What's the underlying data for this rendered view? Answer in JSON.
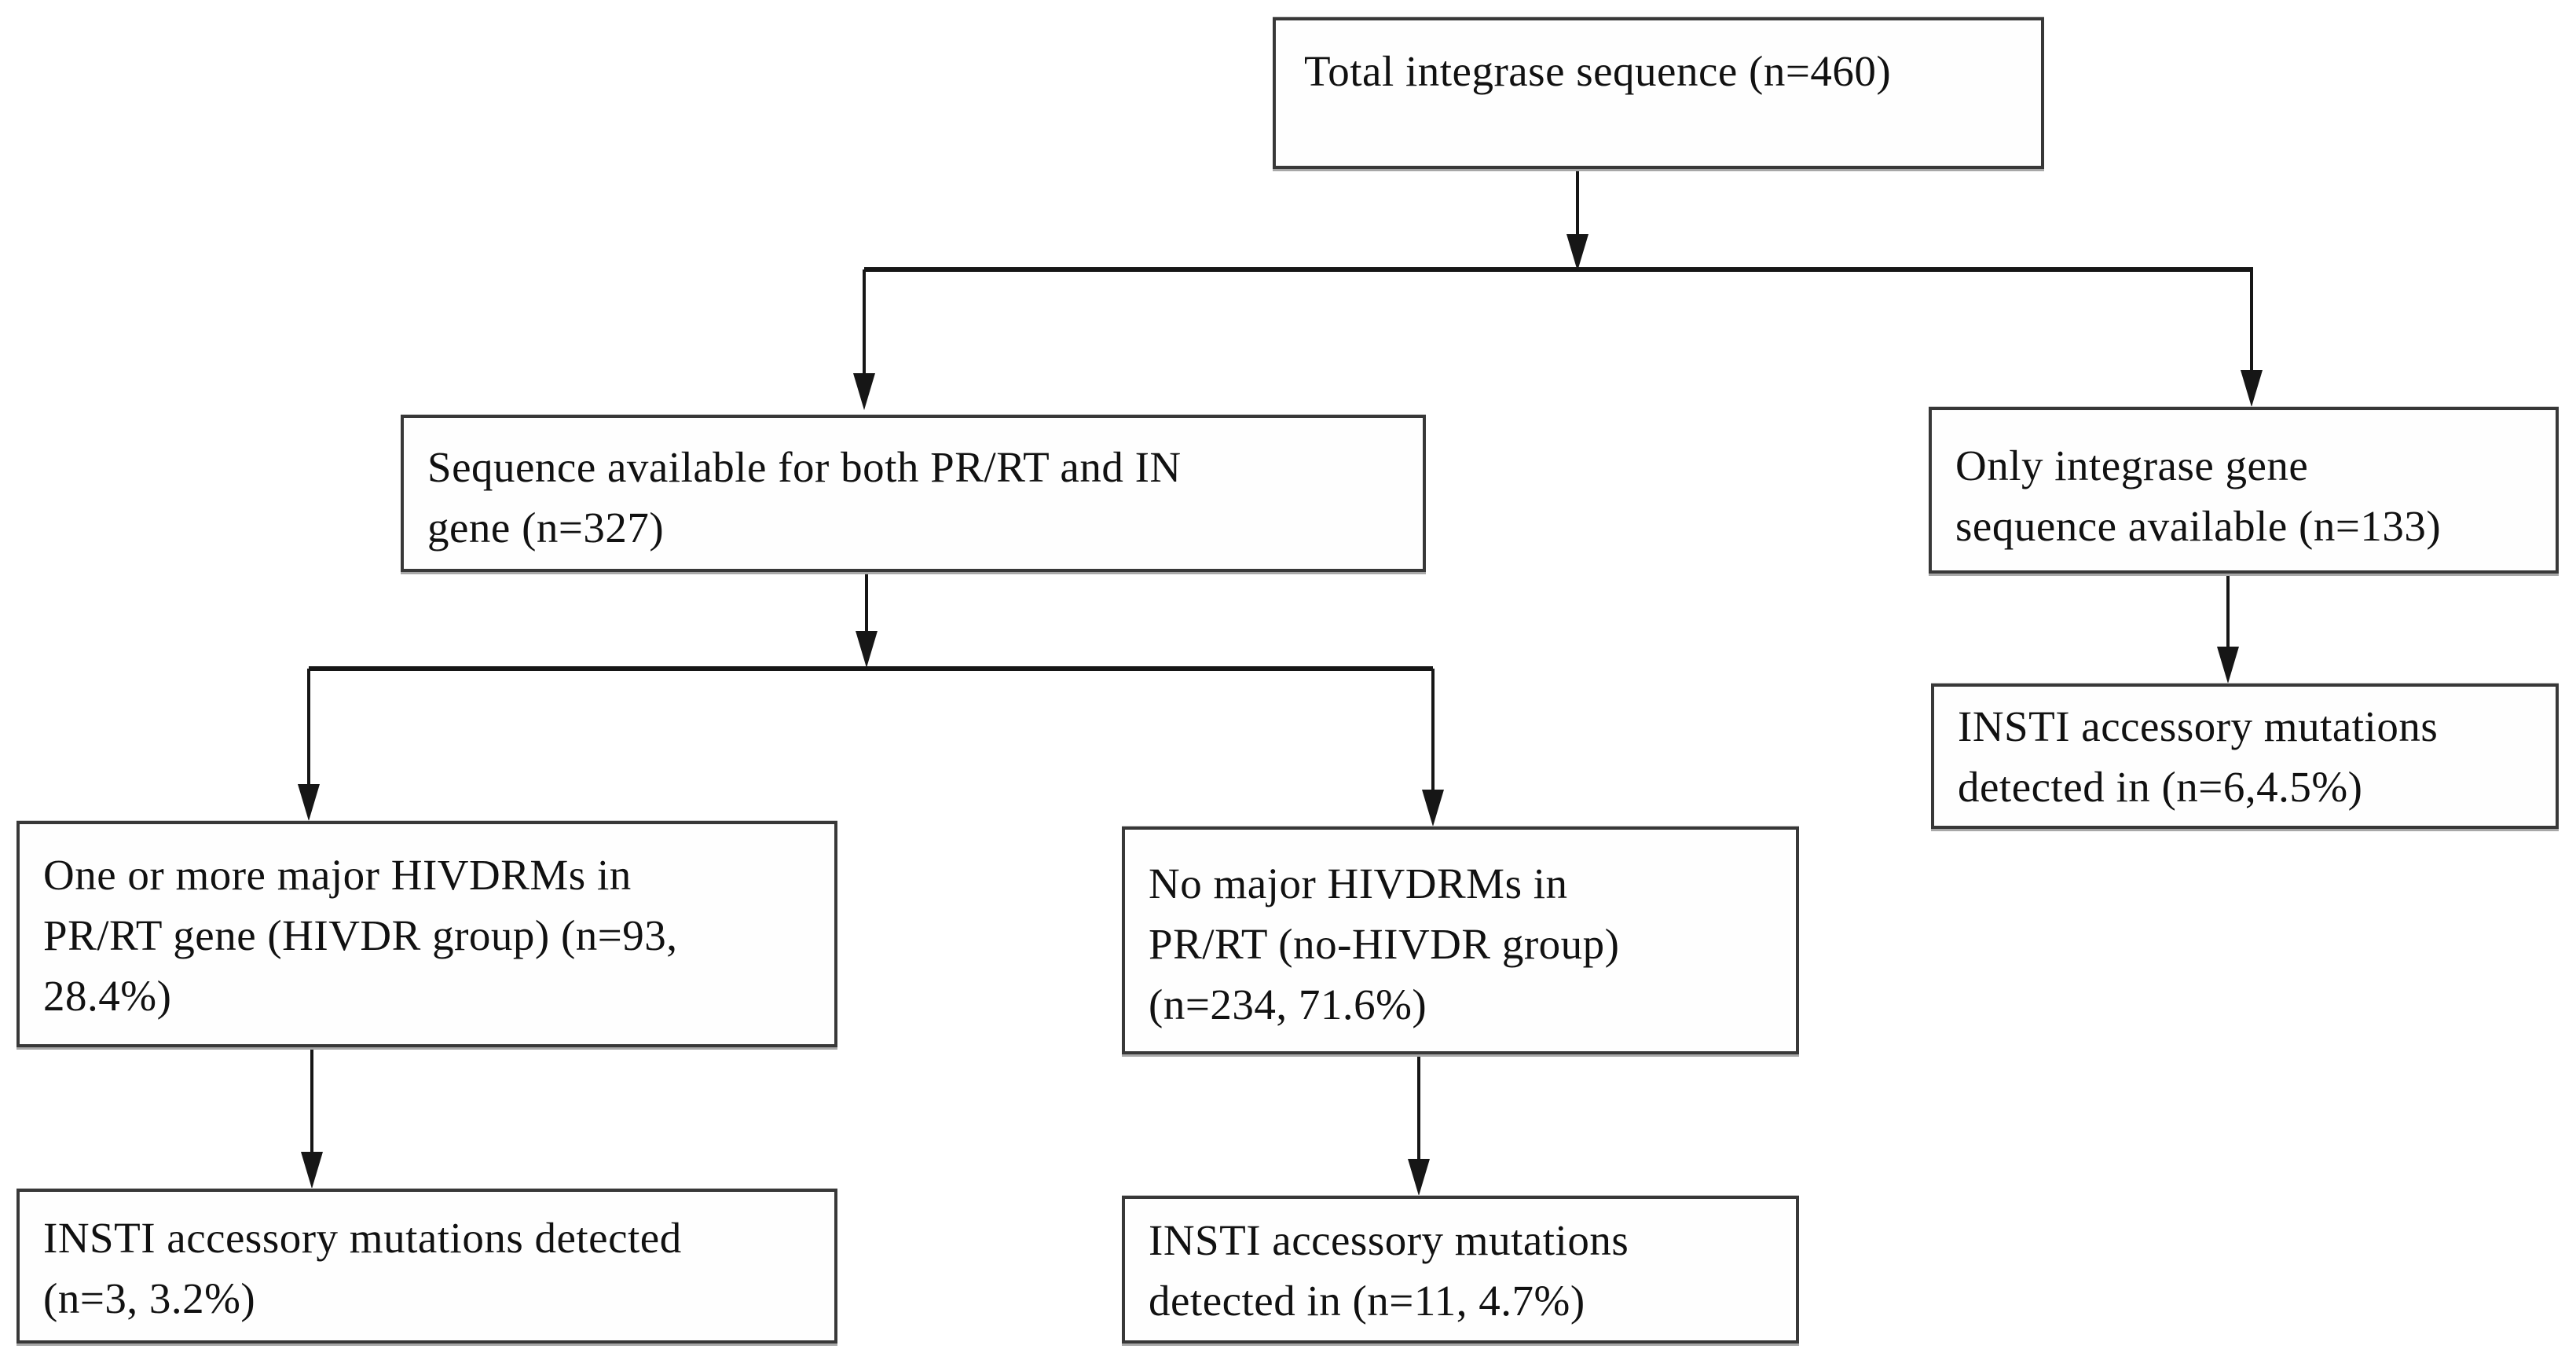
{
  "diagram": {
    "type": "flowchart",
    "colors": {
      "ink": "#161616",
      "box_border": "#383838",
      "background": "#ffffff"
    },
    "nodes": [
      {
        "id": "total-integrase",
        "text": "Total integrase sequence (n=460)",
        "lines": [
          "Total integrase sequence (n=460)"
        ]
      },
      {
        "id": "seq-both-prrt-in",
        "text": "Sequence available for both PR/RT and IN gene (n=327)",
        "lines": [
          "Sequence available for both PR/RT and IN",
          "gene (n=327)"
        ]
      },
      {
        "id": "only-integrase",
        "text": "Only integrase gene sequence available (n=133)",
        "lines": [
          "Only integrase gene",
          "sequence available (n=133)"
        ]
      },
      {
        "id": "hivdr-group",
        "text": "One or more major HIVDRMs in PR/RT gene (HIVDR group) (n=93, 28.4%)",
        "lines": [
          "One or more major HIVDRMs in",
          "PR/RT gene (HIVDR group) (n=93,",
          "28.4%)"
        ]
      },
      {
        "id": "no-hivdr-group",
        "text": "No major HIVDRMs in PR/RT (no-HIVDR group) (n=234, 71.6%)",
        "lines": [
          "No major HIVDRMs in",
          "PR/RT (no-HIVDR group)",
          "(n=234, 71.6%)"
        ]
      },
      {
        "id": "insti-hivdr",
        "text": "INSTI accessory mutations detected (n=3, 3.2%)",
        "lines": [
          "INSTI accessory mutations detected",
          "(n=3, 3.2%)"
        ]
      },
      {
        "id": "insti-no-hivdr",
        "text": "INSTI accessory mutations detected in (n=11, 4.7%)",
        "lines": [
          "INSTI accessory mutations",
          "detected in (n=11, 4.7%)"
        ]
      },
      {
        "id": "insti-only-integrase",
        "text": "INSTI accessory mutations detected in (n=6,4.5%)",
        "lines": [
          "INSTI accessory mutations",
          "detected in (n=6,4.5%)"
        ]
      }
    ],
    "edges": [
      {
        "from": "total-integrase",
        "to": "seq-both-prrt-in"
      },
      {
        "from": "total-integrase",
        "to": "only-integrase"
      },
      {
        "from": "seq-both-prrt-in",
        "to": "hivdr-group"
      },
      {
        "from": "seq-both-prrt-in",
        "to": "no-hivdr-group"
      },
      {
        "from": "hivdr-group",
        "to": "insti-hivdr"
      },
      {
        "from": "no-hivdr-group",
        "to": "insti-no-hivdr"
      },
      {
        "from": "only-integrase",
        "to": "insti-only-integrase"
      }
    ]
  }
}
